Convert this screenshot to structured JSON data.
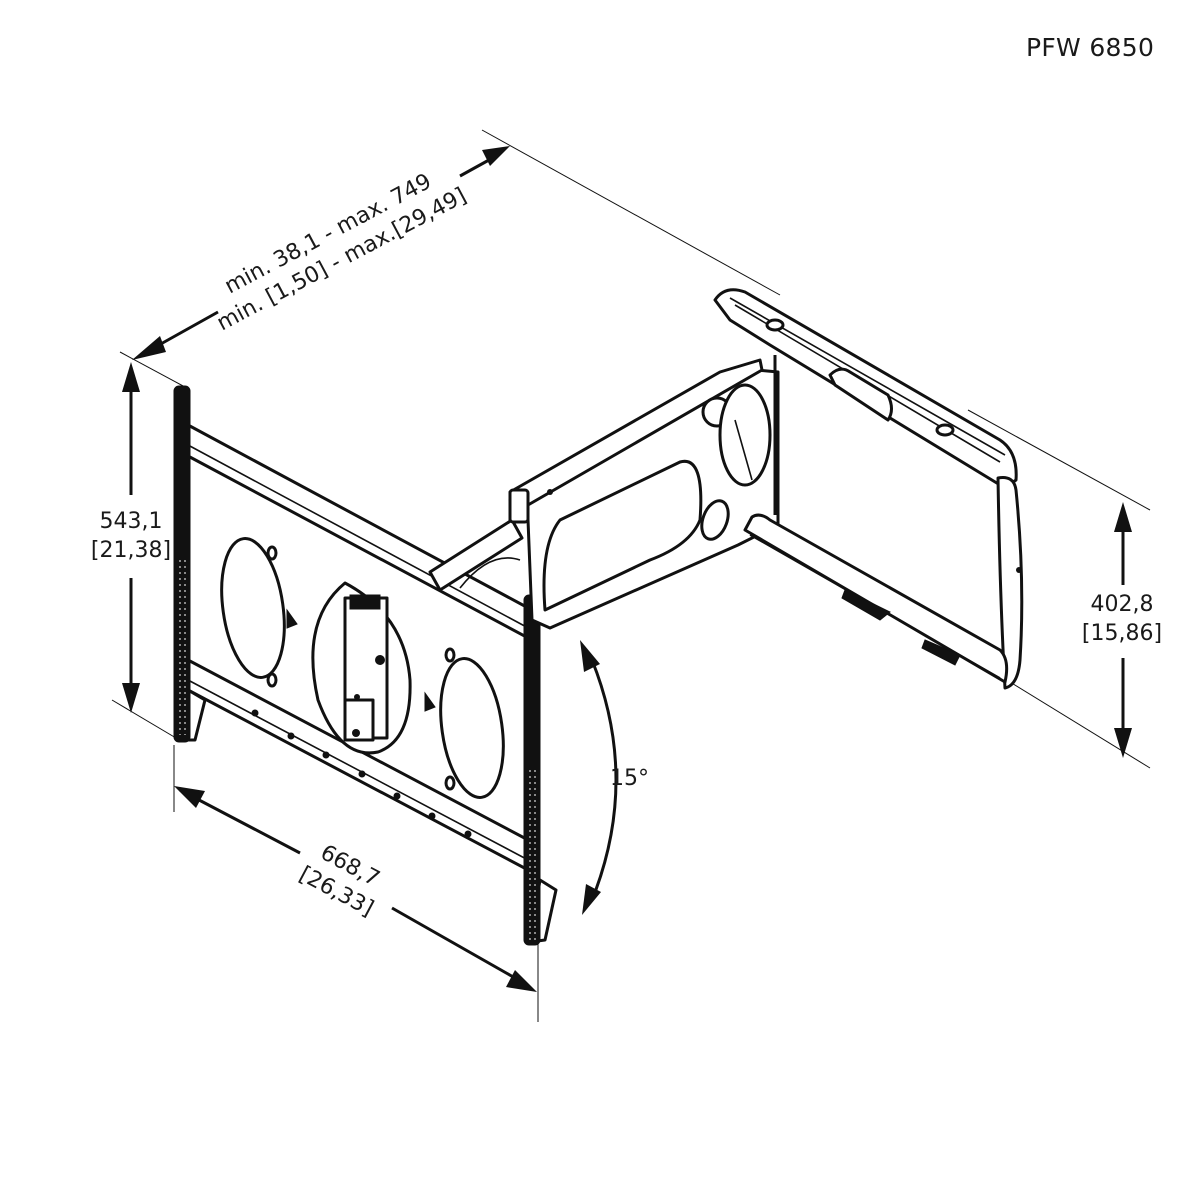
{
  "title": {
    "model_number": "PFW 6850"
  },
  "drawing": {
    "subject": "articulating-tv-wall-mount",
    "line_color": "#111111",
    "background": "#ffffff"
  },
  "dimensions": {
    "extension": {
      "line1": "min. 38,1 - max. 749",
      "line2": "min. [1,50] - max.[29,49]"
    },
    "height_wall_plate": {
      "metric": "543,1",
      "imperial": "[21,38]"
    },
    "height_tv_bracket": {
      "metric": "402,8",
      "imperial": "[15,86]"
    },
    "width_tv_bracket": {
      "metric": "668,7",
      "imperial": "[26,33]"
    },
    "tilt": {
      "angle": "15°"
    }
  }
}
